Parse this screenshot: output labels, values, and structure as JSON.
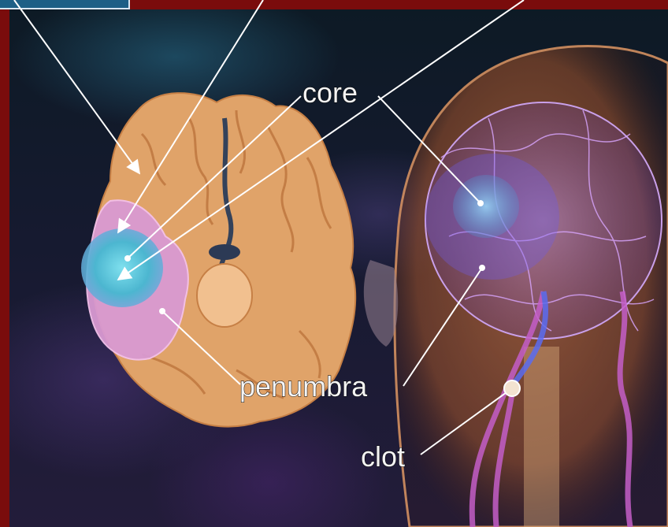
{
  "labels": {
    "core": "core",
    "penumbra": "penumbra",
    "clot": "clot"
  },
  "colors": {
    "frame": "#7a0c0c",
    "core_zone": "#52b8cf",
    "penumbra_zone": "#d99ad2",
    "brain_tissue": "#e0a369",
    "label_text": "#f4f4f4"
  }
}
